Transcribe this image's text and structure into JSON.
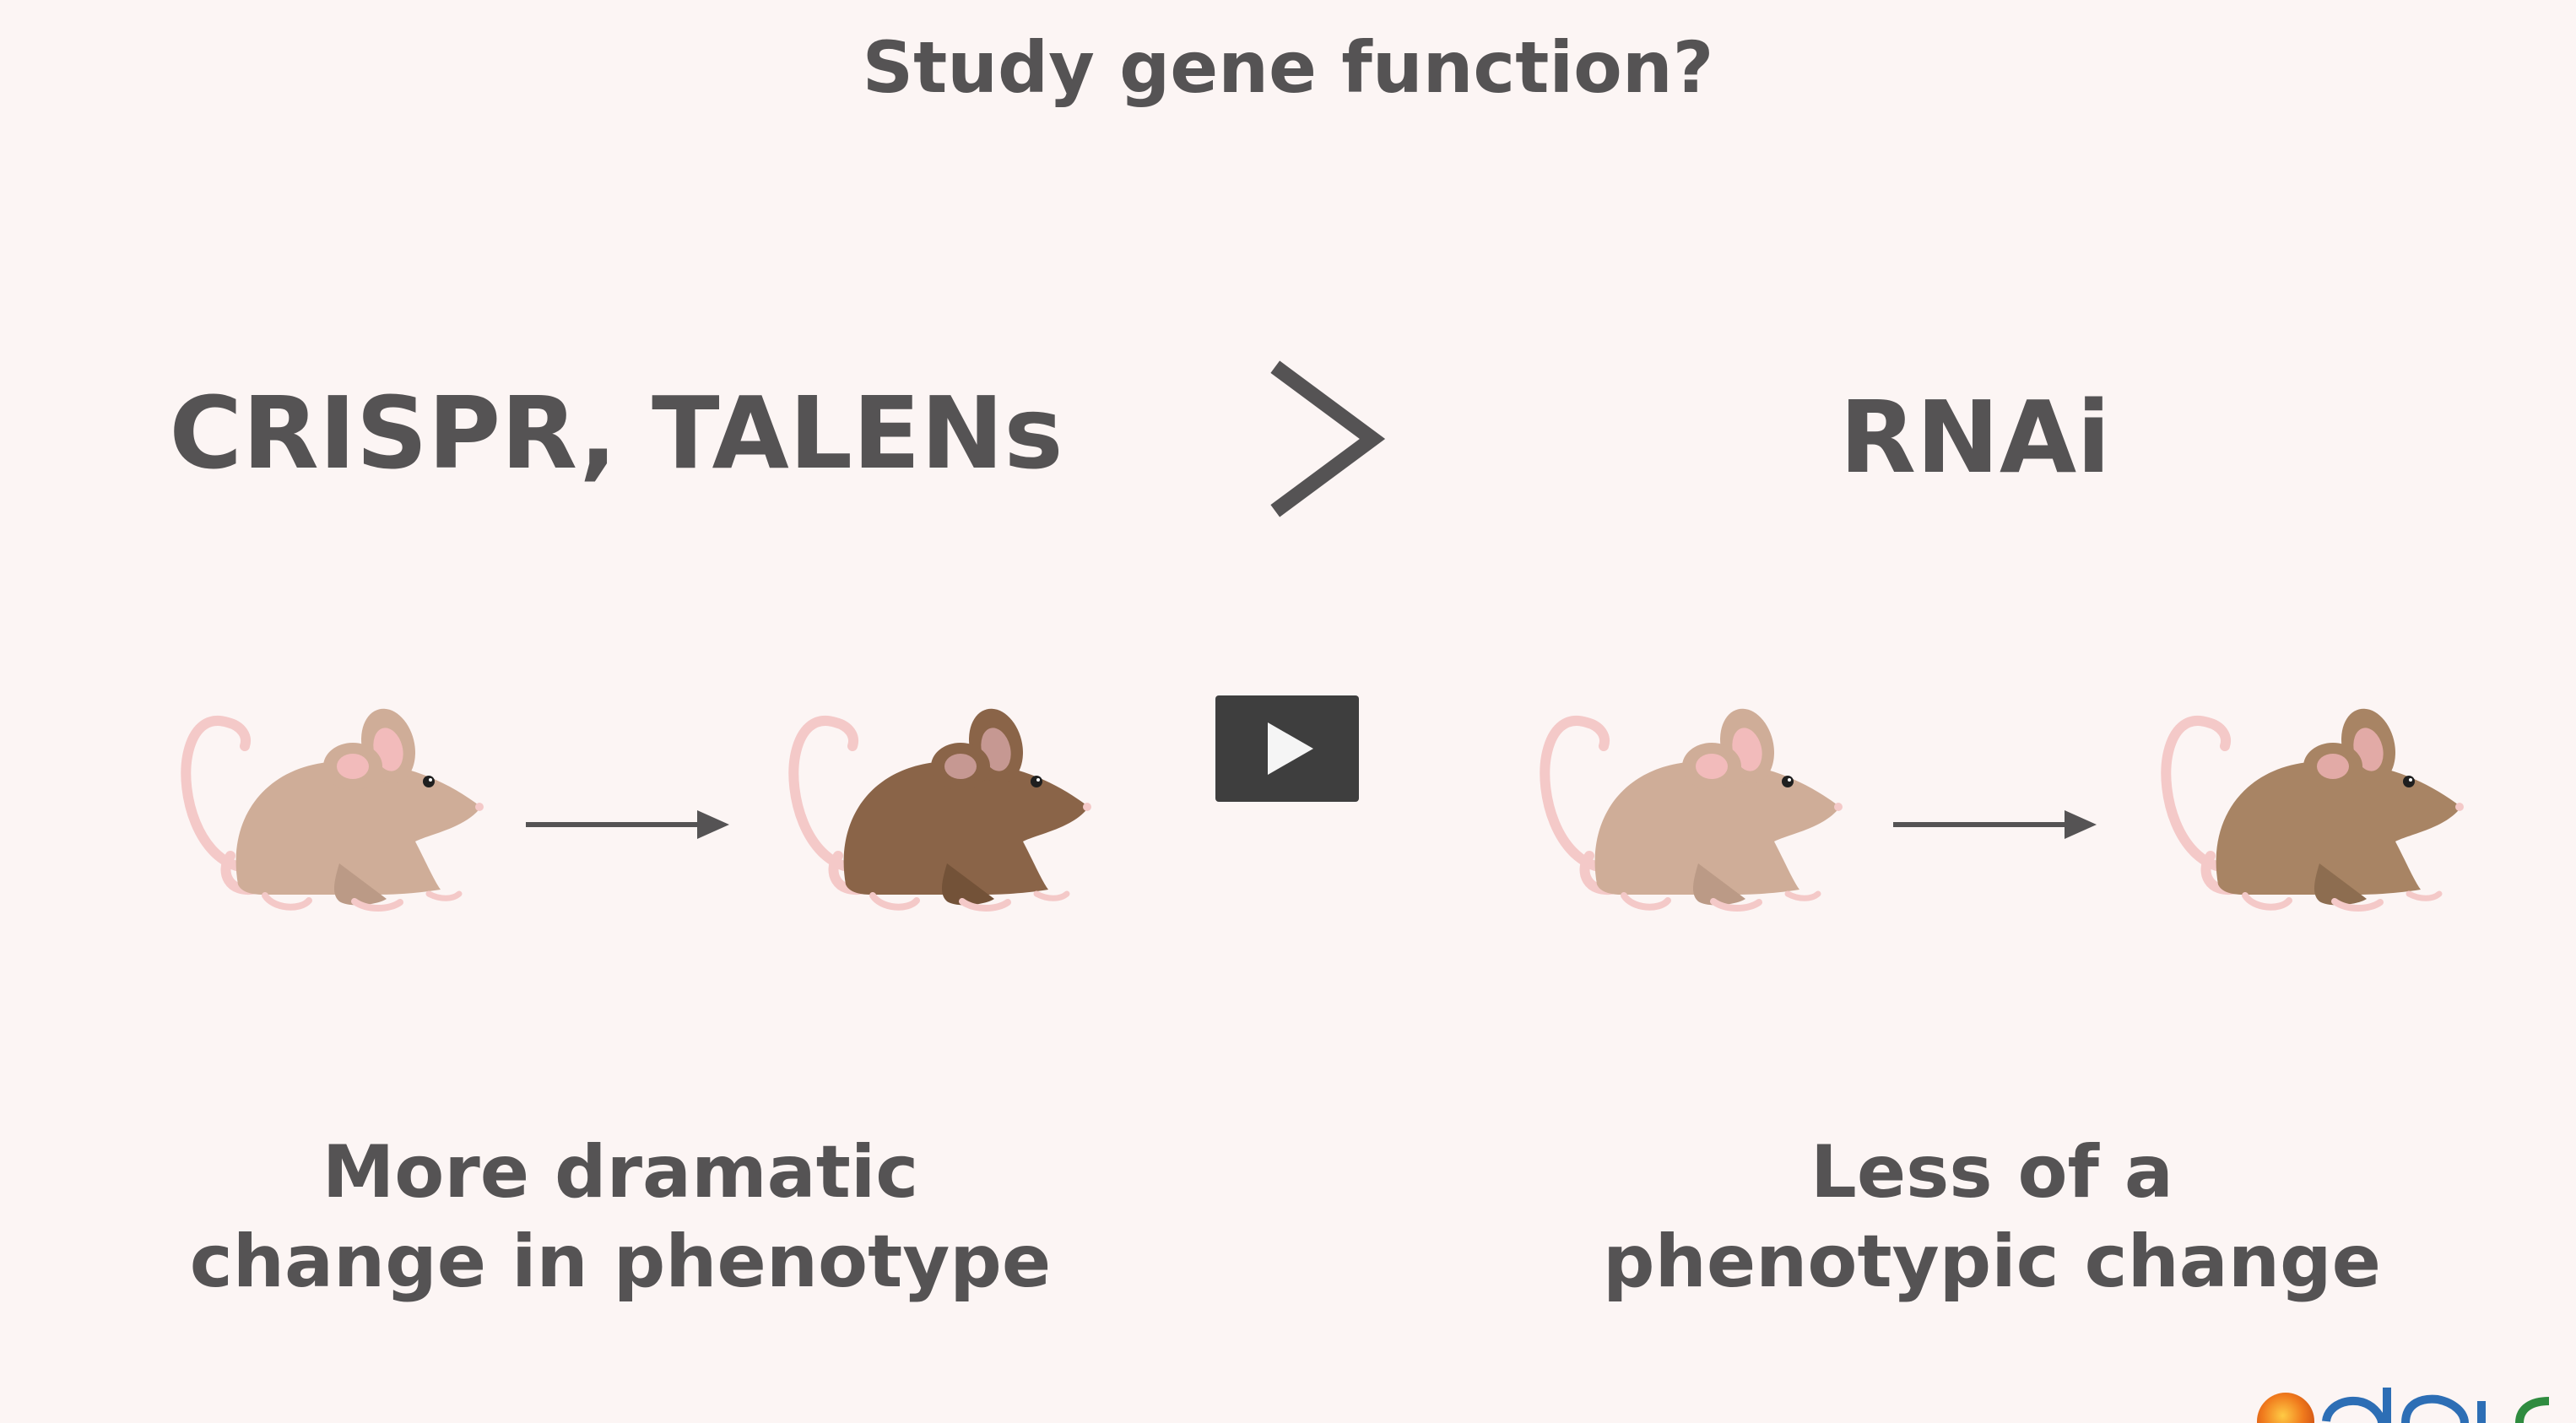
{
  "slide": {
    "title": "Study gene function?",
    "left_method": "CRISPR, TALENs",
    "comparison_symbol": ">",
    "right_method": "RNAi",
    "left_caption_line1": "More dramatic",
    "left_caption_line2": "change in phenotype",
    "right_caption_line1": "Less of a",
    "right_caption_line2": "phenotypic change"
  },
  "colors": {
    "background": "#fcf5f4",
    "text": "#555354",
    "mouse_light": "#cfad98",
    "mouse_dark_left": "#8a6448",
    "mouse_dark_right": "#a88464",
    "tail_pink": "#f4c9c8",
    "play_button_bg": "#3e3e3e",
    "play_icon": "#f5f5f5"
  },
  "icons": [
    "greater-than-icon",
    "mouse-icon",
    "right-arrow-icon",
    "play-icon",
    "logo-mark"
  ]
}
